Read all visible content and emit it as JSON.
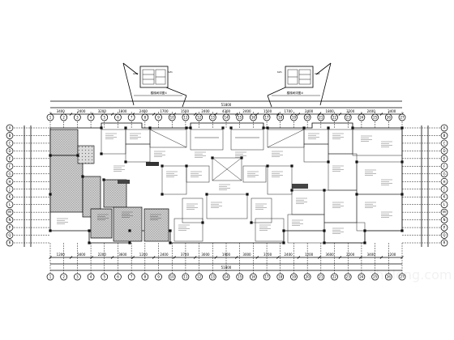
{
  "drawing": {
    "axis_labels_top": [
      "1",
      "2",
      "3",
      "4",
      "5",
      "6",
      "7",
      "8",
      "9",
      "10",
      "11",
      "12",
      "13",
      "14",
      "15",
      "16",
      "17",
      "18",
      "19",
      "20",
      "21",
      "22",
      "23",
      "24",
      "25",
      "26",
      "27"
    ],
    "axis_labels_bottom": [
      "1",
      "2",
      "3",
      "4",
      "5",
      "6",
      "7",
      "8",
      "9",
      "10",
      "11",
      "12",
      "13",
      "14",
      "15",
      "16",
      "17",
      "18",
      "19",
      "20",
      "21",
      "22",
      "23",
      "24",
      "25",
      "26",
      "27"
    ],
    "axis_labels_side": [
      "A",
      "B",
      "C",
      "D",
      "E",
      "F",
      "G",
      "H",
      "J",
      "K",
      "L",
      "M",
      "N",
      "P",
      "Q",
      "R"
    ],
    "top_dims_row1": [
      "3400",
      "2400",
      "3200",
      "1800",
      "2400",
      "1700",
      "1500",
      "2400",
      "4300",
      "2400",
      "1500",
      "1700",
      "2400",
      "1800",
      "3200",
      "2400",
      "3400"
    ],
    "top_total": "51800",
    "bottom_dims_row1": [
      "1200",
      "3400",
      "2200",
      "3600",
      "1200",
      "2400",
      "3700",
      "3000",
      "1900",
      "3000",
      "3700",
      "2400",
      "1200",
      "3600",
      "2200",
      "3400",
      "1200"
    ],
    "bottom_total": "51800",
    "detail_left_title": "楼梯间详图①",
    "detail_right_title": "楼梯间详图②",
    "watermark": "zhulong.com"
  }
}
